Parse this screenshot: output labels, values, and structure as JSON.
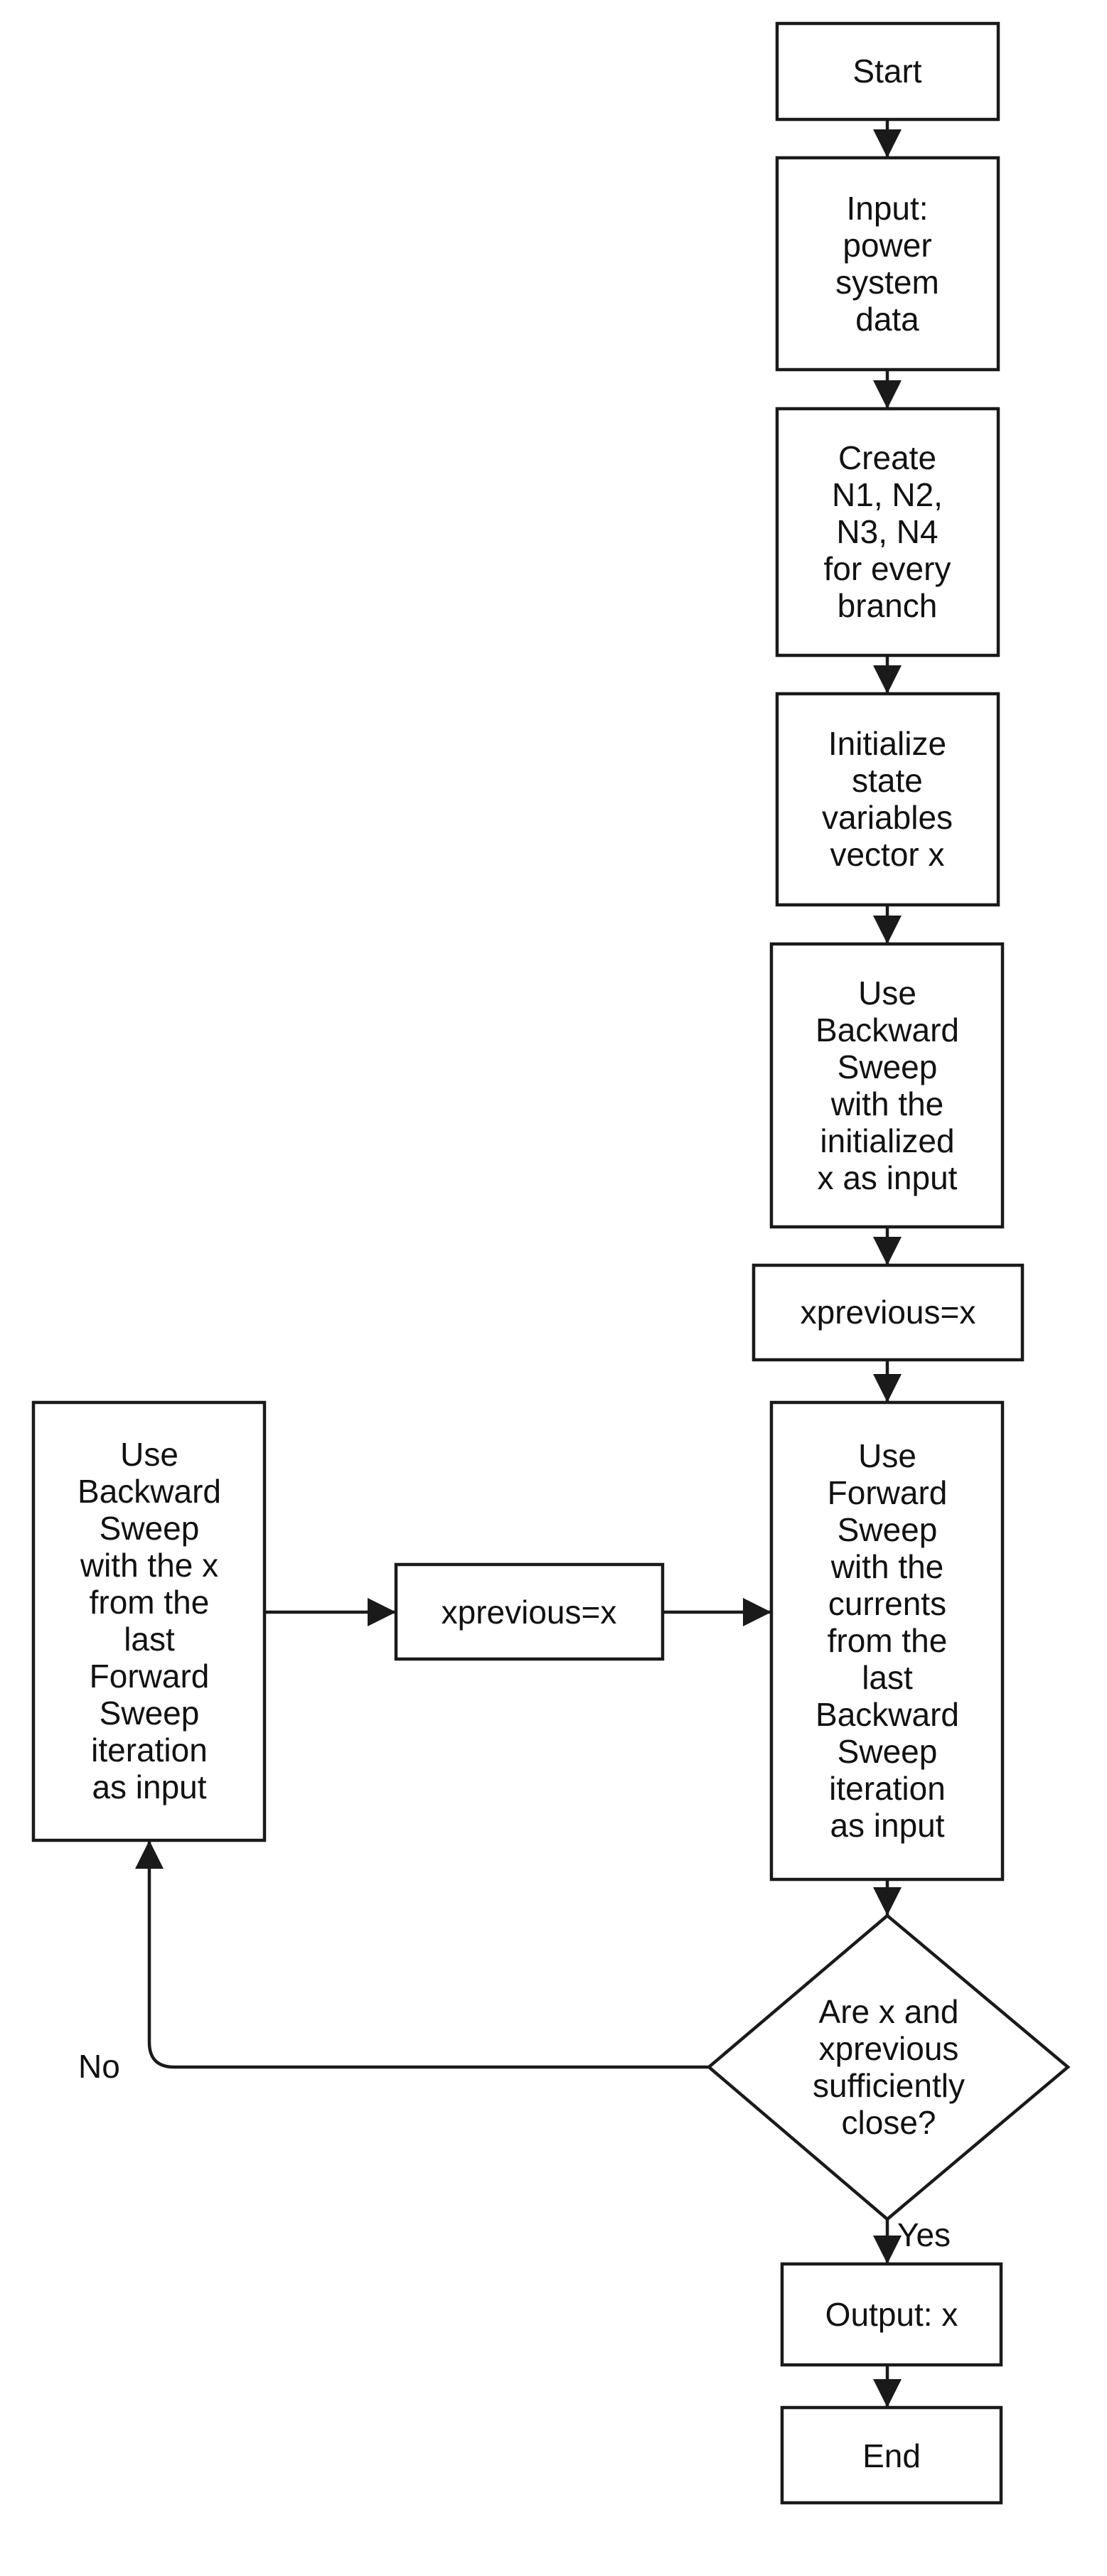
{
  "nodes": {
    "start": {
      "lines": [
        "Start"
      ]
    },
    "input": {
      "lines": [
        "Input:",
        "power",
        "system",
        "data"
      ]
    },
    "create": {
      "lines": [
        "Create",
        "N1, N2,",
        "N3, N4",
        "for every",
        "branch"
      ]
    },
    "initialize": {
      "lines": [
        "Initialize",
        "state",
        "variables",
        "vector x"
      ]
    },
    "backward_init": {
      "lines": [
        "Use",
        "Backward",
        "Sweep",
        "with the",
        "initialized",
        "x as input"
      ]
    },
    "xprev_main": {
      "lines": [
        "xprevious=x"
      ]
    },
    "forward": {
      "lines": [
        "Use",
        "Forward",
        "Sweep",
        "with the",
        "currents",
        "from the",
        "last",
        "Backward",
        "Sweep",
        "iteration",
        "as input"
      ]
    },
    "decision": {
      "lines": [
        "Are x and",
        "xprevious",
        "sufficiently",
        "close?"
      ]
    },
    "backward_loop": {
      "lines": [
        "Use",
        "Backward",
        "Sweep",
        "with the x",
        "from the",
        "last",
        "Forward",
        "Sweep",
        "iteration",
        "as input"
      ]
    },
    "xprev_loop": {
      "lines": [
        "xprevious=x"
      ]
    },
    "output": {
      "lines": [
        "Output: x"
      ]
    },
    "end": {
      "lines": [
        "End"
      ]
    }
  },
  "edge_labels": {
    "no": "No",
    "yes": "Yes"
  }
}
